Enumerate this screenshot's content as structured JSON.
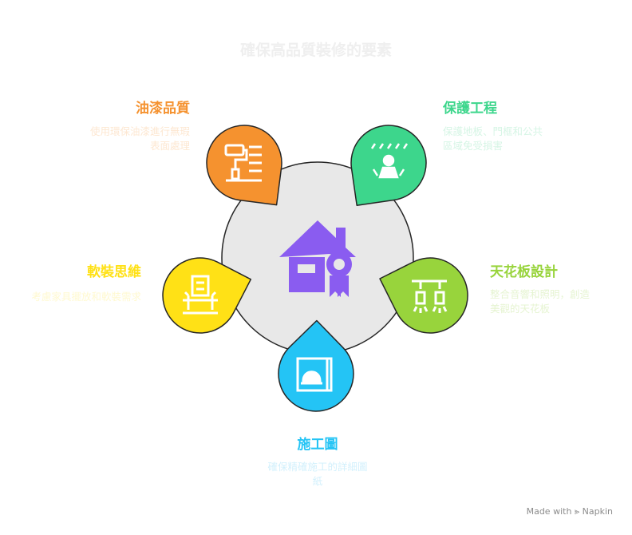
{
  "title": "確保高品質裝修的要素",
  "center": {
    "icon": "house-award-icon",
    "color": "#8a5cf0"
  },
  "items": [
    {
      "label": "油漆品質",
      "desc": "使用環保油漆進行無瑕表面處理",
      "desc_line1": "使用環保油漆進行無瑕",
      "desc_line2": "表面處理",
      "color": "#f5922f",
      "icon": "paint-roller-icon"
    },
    {
      "label": "保護工程",
      "desc": "保護地板、門框和公共區域免受損害",
      "desc_line1": "保護地板、門框和公共",
      "desc_line2": "區域免受損害",
      "color": "#3dd68c",
      "icon": "protection-worker-icon"
    },
    {
      "label": "軟裝思維",
      "desc": "考慮家具擺放和軟裝需求",
      "color": "#ffe116",
      "icon": "furniture-icon"
    },
    {
      "label": "天花板設計",
      "desc": "整合音響和照明，創造美觀的天花板",
      "desc_line1": "整合音響和照明，創造",
      "desc_line2": "美觀的天花板",
      "color": "#98d43c",
      "icon": "ceiling-lights-icon"
    },
    {
      "label": "施工圖",
      "desc": "確保精確施工的詳細圖紙",
      "desc_line1": "確保精確施工的詳細圖",
      "desc_line2": "紙",
      "color": "#24c4f5",
      "icon": "blueprint-helmet-icon"
    }
  ],
  "footer": {
    "text": "Made with",
    "brand": "Napkin"
  }
}
